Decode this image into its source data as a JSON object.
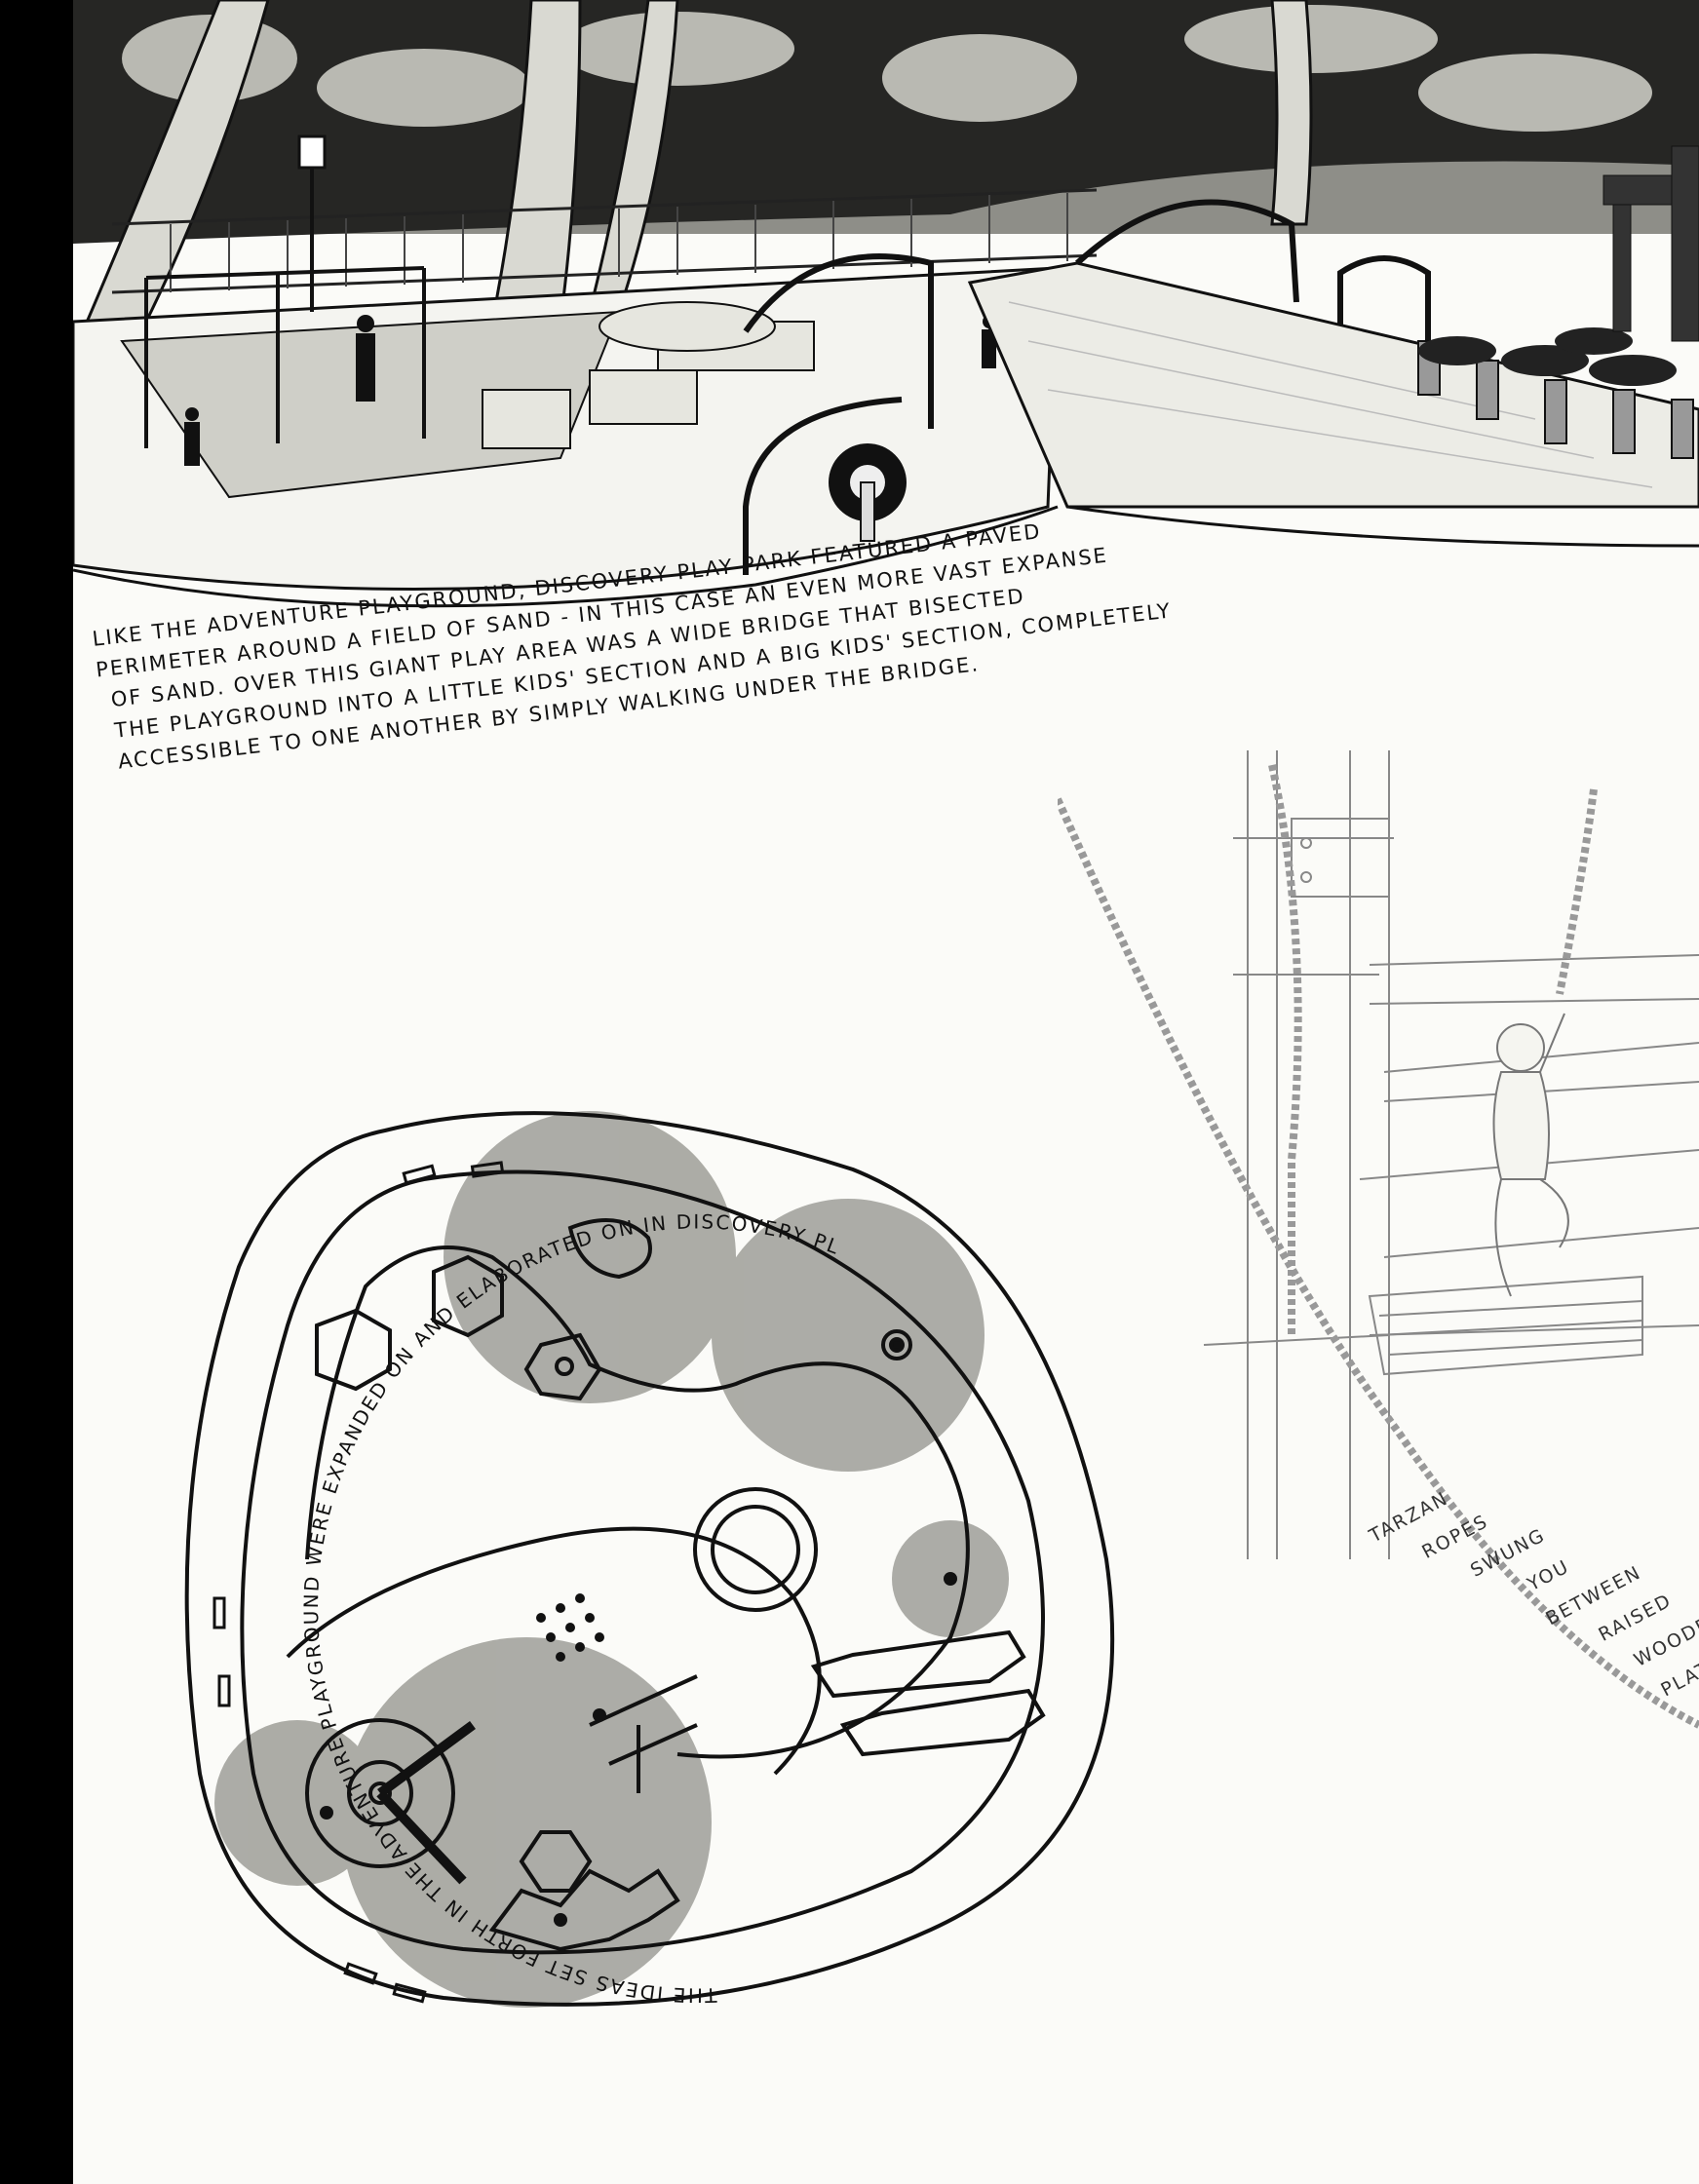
{
  "caption_top": {
    "line1": "Like the Adventure Playground, Discovery Play Park featured a paved",
    "line2": "perimeter around a field of sand - in this case an even more vast expanse",
    "line3": "of sand. Over this giant play area was a wide bridge that bisected",
    "line4": "the playground into a little kids' section and a big kids' section, completely",
    "line5": "accessible to one another by simply walking under the bridge."
  },
  "tarzan_caption": {
    "words": [
      "Tarzan",
      "ropes",
      "swung",
      "you",
      "between",
      "raised",
      "wooden",
      "platforms..."
    ]
  },
  "map_caption": "The ideas set forth in the Adventure Playground were expanded on and elaborated on in Discovery Play Park in an abundant, exuberant way.",
  "colors": {
    "ink": "#111111",
    "wash_gray": "#a8a8a2",
    "paper": "#fbfbf8",
    "border": "#000000"
  }
}
